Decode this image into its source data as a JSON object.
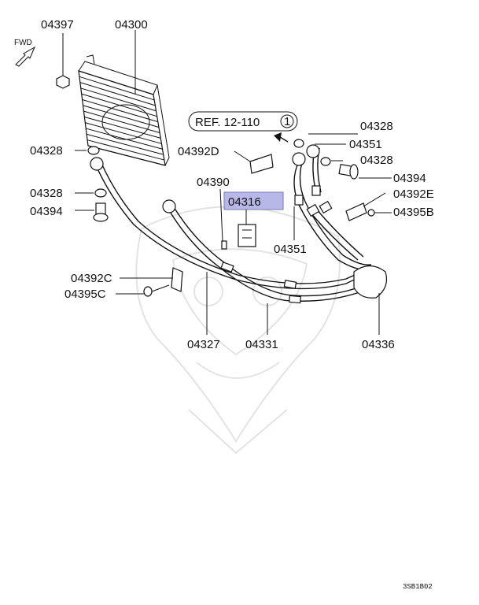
{
  "diagram": {
    "direction_label": "FWD",
    "reference_label": "REF. 12-110",
    "reference_circle": "1",
    "highlighted_part": "04316",
    "drawing_id": "3SB1B02",
    "part_labels": {
      "p04397": "04397",
      "p04300": "04300",
      "p04328_top": "04328",
      "p04351_top": "04351",
      "p04328_right": "04328",
      "p04394_right": "04394",
      "p04392E": "04392E",
      "p04395B": "04395B",
      "p04328_left": "04328",
      "p04392D": "04392D",
      "p04390": "04390",
      "p04328_left2": "04328",
      "p04394_left": "04394",
      "p04351_mid": "04351",
      "p04392C": "04392C",
      "p04395C": "04395C",
      "p04327": "04327",
      "p04331": "04331",
      "p04336": "04336"
    }
  }
}
